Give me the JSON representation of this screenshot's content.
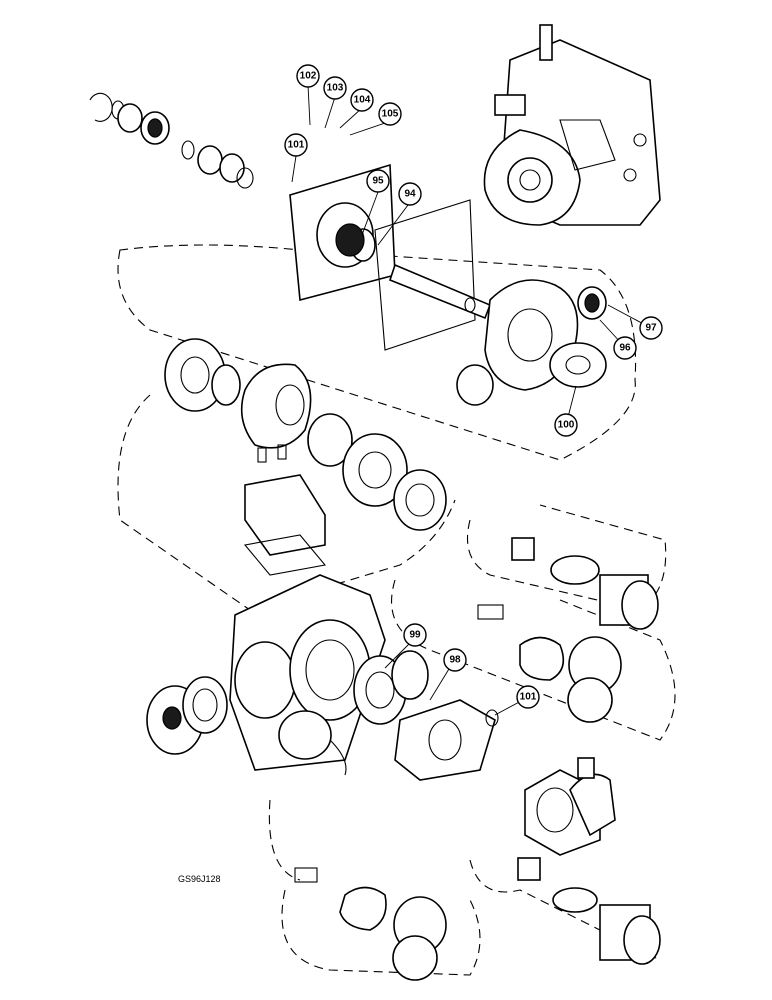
{
  "figure_id": "GS96J128",
  "callouts": [
    {
      "label": "102"
    },
    {
      "label": "103"
    },
    {
      "label": "104"
    },
    {
      "label": "105"
    },
    {
      "label": "101"
    },
    {
      "label": "95"
    },
    {
      "label": "94"
    },
    {
      "label": "97"
    },
    {
      "label": "96"
    },
    {
      "label": "100"
    },
    {
      "label": "99"
    },
    {
      "label": "98"
    },
    {
      "label": "101"
    }
  ]
}
